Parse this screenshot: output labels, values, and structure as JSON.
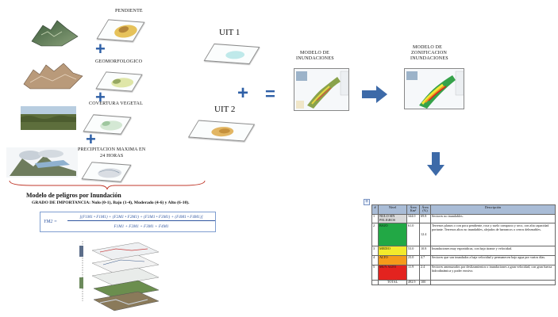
{
  "labels": {
    "pendiente": "PENDIENTE",
    "geomorfologico": "GEOMORFOLOGICO",
    "cobertura": "COVERTURA  VEGETAL",
    "precip_line1": "PRECIPITACION  MAXIMA EN",
    "precip_line2": "24 HORAS",
    "uit1": "UIT 1",
    "uit2": "UIT 2",
    "modelo_inund_line1": "MODELO DE",
    "modelo_inund_line2": "INUNDACIONES",
    "zonif_line1": "MODELO DE",
    "zonif_line2": "ZONIFICACION",
    "zonif_line3": "INUNDACIONES",
    "plus": "+",
    "equals": "="
  },
  "peligros": {
    "title": "Modelo de peligros por Inundación",
    "grado": "GRADO DE IMPORTANCIA:  Nulo (0-1), Bajo (1-4), Moderado (4-6) y Alto (6-10).",
    "formula_lhs": "YM2 =",
    "formula_num": "[(F1M1 • F1M1) + (F2M1 • F2M1) + (F3M1 • F3M1) + (F4M1 • F4M1)]",
    "formula_den": "F1M1 + F2M1 + F3M1 + F4M1"
  },
  "table": {
    "headers": [
      "#",
      "Nivel",
      "Área Km²",
      "Área (%)",
      "Descripción"
    ],
    "rows": [
      {
        "n": "1",
        "nivel": "NULO SIN PELIGROS",
        "km2": "344.0",
        "pct": "69.8",
        "desc": "Sectores no inundables.",
        "color": "#d9d9d9"
      },
      {
        "n": "2",
        "nivel": "BAJO",
        "km2": "61.0",
        "pct": "12.4",
        "desc": "Terrenos planos o con poca pendiente, roca y suelo compacto y seco, con alta capacidad portante. Terrenos altos no inundables, alejados de barrancos o cerros deleznables.",
        "color": "#22a845"
      },
      {
        "n": "3",
        "nivel": "MEDIO",
        "km2": "53.0",
        "pct": "10.8",
        "desc": "Inundaciones muy esporádicas, con bajo tirante y velocidad.",
        "color": "#f3ea2c"
      },
      {
        "n": "4",
        "nivel": "ALTO",
        "km2": "23.0",
        "pct": "4.7",
        "desc": "Sectores que son inundados a baja velocidad y permanecen bajo agua por varios días.",
        "color": "#f59a1b"
      },
      {
        "n": "5",
        "nivel": "MUY ALTO",
        "km2": "11.9",
        "pct": "2.4",
        "desc": "Sectores amenazados por deslizamientos o inundaciones a gran velocidad, con gran fuerza hidrodinámica y poder erosivo.",
        "color": "#e3231f"
      }
    ],
    "total": {
      "label": "TOTAL",
      "km2": "492.9",
      "pct": "100"
    }
  },
  "colors": {
    "arrow": "#3d6aa8",
    "plus": "#2e5fa6",
    "brace": "#c0392b"
  },
  "icons": [
    "terrain-photo-icon",
    "dem-icon",
    "forest-photo-icon",
    "cloud-rain-icon",
    "layer-stack-icon",
    "arrow-right-icon",
    "arrow-down-icon",
    "table-anchor-icon"
  ]
}
